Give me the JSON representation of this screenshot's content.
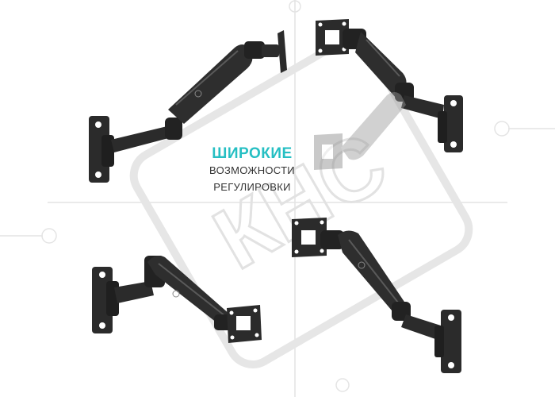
{
  "caption": {
    "title": "ШИРОКИЕ",
    "line1": "ВОЗМОЖНОСТИ",
    "line2": "РЕГУЛИРОВКИ"
  },
  "watermark": {
    "text": "КНС"
  },
  "colors": {
    "accent": "#26bfc3",
    "arm": "#2b2b2b",
    "arm_highlight": "#5a5a5a",
    "ghost_arm": "#9a9a9a",
    "watermark": "#e6e6e6"
  }
}
